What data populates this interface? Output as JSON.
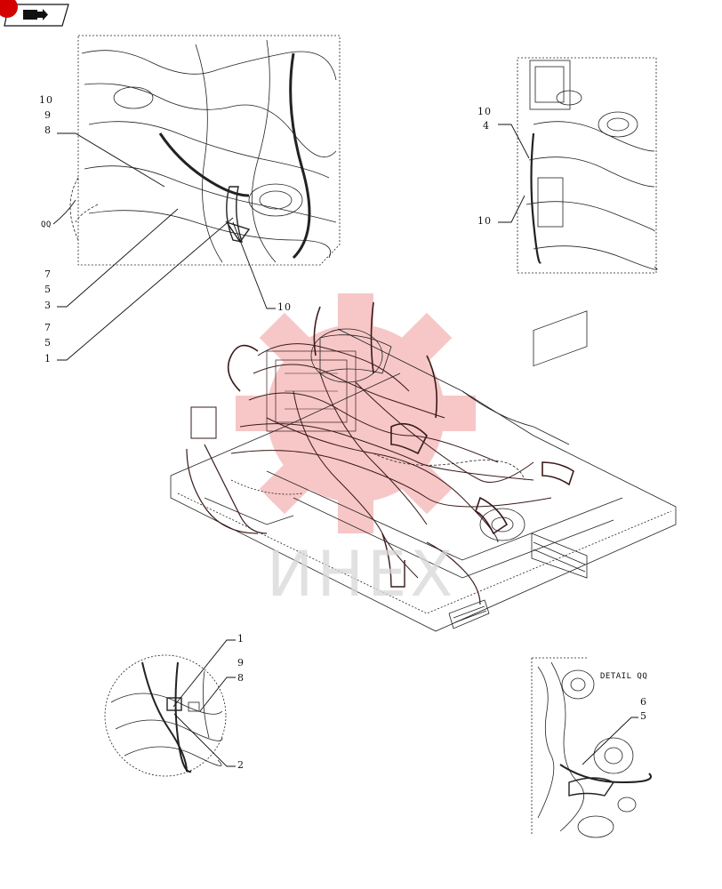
{
  "toolbar": {
    "nav_icon": "folder-arrow-icon",
    "accent_color": "#d40000"
  },
  "watermark": {
    "text": "ИНЕХ",
    "color": "#d8d8d8"
  },
  "callouts": {
    "top_left": {
      "c10": "10",
      "c9": "9",
      "c8": "8",
      "c7a": "7",
      "c5a": "5",
      "c3": "3",
      "c7b": "7",
      "c5b": "5",
      "c1": "1",
      "c10b": "10"
    },
    "top_right": {
      "c10": "10",
      "c4": "4",
      "c10b": "10"
    },
    "bottom_left": {
      "c1": "1",
      "c9": "9",
      "c8": "8",
      "c2": "2"
    },
    "bottom_right": {
      "c6": "6",
      "c5": "5"
    }
  },
  "labels": {
    "qq_marker": "QQ",
    "detail_title": "DETAIL QQ"
  }
}
